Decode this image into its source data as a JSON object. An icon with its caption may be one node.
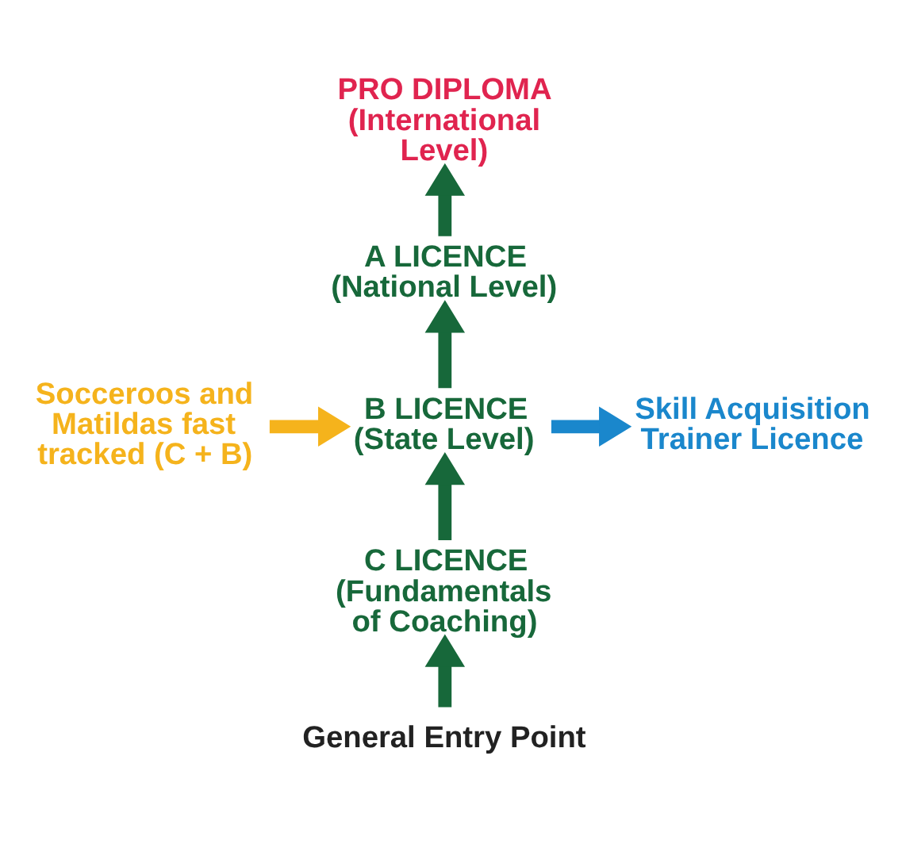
{
  "diagram": {
    "nodes": [
      {
        "text": [
          "PRO DIPLOMA",
          "(International Level)"
        ]
      },
      {
        "text": [
          "A LICENCE",
          "(National Level)"
        ]
      },
      {
        "text": [
          "Socceroos and Matildas fast tracked (C + B)"
        ]
      },
      {
        "text": [
          "B LICENCE",
          "(State Level)"
        ]
      },
      {
        "text": [
          "Skill Acquisition Trainer Licence"
        ]
      },
      {
        "text": [
          "C LICENCE",
          "(Fundamentals of Coaching)"
        ]
      },
      {
        "text": [
          "General Entry Point"
        ]
      }
    ],
    "edges": [
      {
        "from": 1,
        "to": 0,
        "arrow": "to"
      },
      {
        "from": 3,
        "to": 1,
        "arrow": "to"
      },
      {
        "from": 2,
        "to": 3,
        "arrow": "to",
        "color": "#f5b31c"
      },
      {
        "from": 3,
        "to": 4,
        "arrow": "to",
        "color": "#1a87cc"
      },
      {
        "from": 5,
        "to": 3,
        "arrow": "to"
      },
      {
        "from": 6,
        "to": 5,
        "arrow": "to"
      }
    ]
  }
}
